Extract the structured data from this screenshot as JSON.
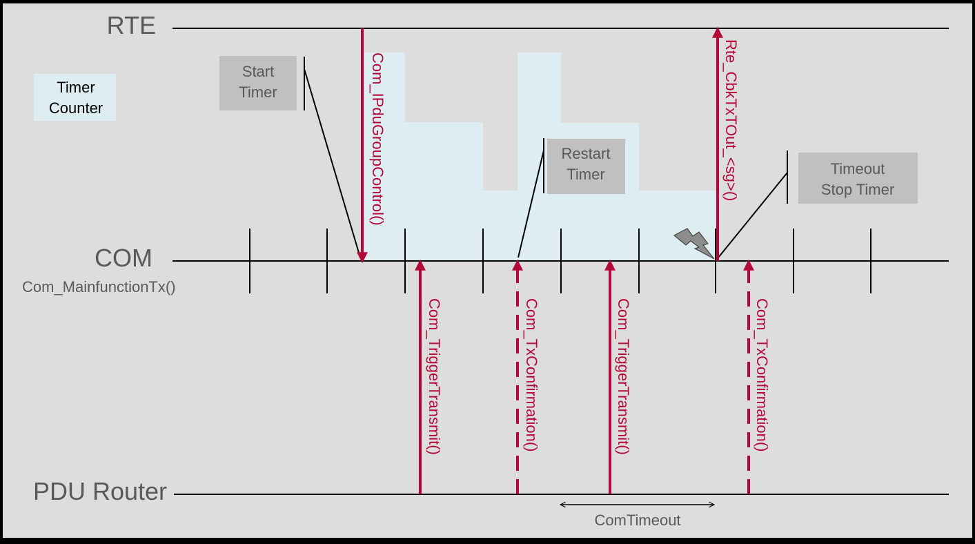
{
  "lanes": {
    "rte": "RTE",
    "com": "COM",
    "com_sub": "Com_MainfunctionTx()",
    "pdur": "PDU Router"
  },
  "legend": {
    "line1": "Timer",
    "line2": "Counter"
  },
  "boxes": {
    "start_l1": "Start",
    "start_l2": "Timer",
    "restart_l1": "Restart",
    "restart_l2": "Timer",
    "timeout_l1": "Timeout",
    "timeout_l2": "Stop Timer"
  },
  "calls": {
    "ipdu": "Com_IPduGroupControl()",
    "trigger1": "Com_TriggerTransmit()",
    "txconf1": "Com_TxConfirmation()",
    "trigger2": "Com_TriggerTransmit()",
    "rte_cbk": "Rte_CbkTxTOut_<sg>()",
    "txconf2": "Com_TxConfirmation()"
  },
  "measure": {
    "label": "ComTimeout"
  },
  "colors": {
    "background": "#dddddd",
    "timer_fill": "#deedf1",
    "call_arrow": "#b5083a",
    "box_fill": "#c0c0c0",
    "text": "#595959",
    "line": "#000000"
  },
  "icons": {
    "timeout_event": "lightning-bolt-icon"
  }
}
